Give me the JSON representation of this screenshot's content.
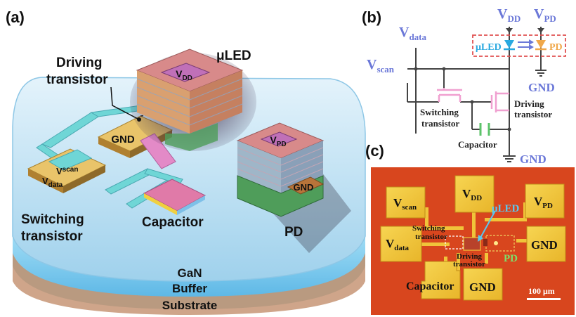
{
  "panel_a": {
    "label": "(a)",
    "driving_label_1": "Driving",
    "driving_label_2": "transistor",
    "uled_label": "μLED",
    "vdd_main": "V",
    "vdd_sub": "DD",
    "gnd_pad": "GND",
    "vscan_main": "V",
    "vscan_sub": "scan",
    "vdata_main": "V",
    "vdata_sub": "data",
    "switching_label_1": "Switching",
    "switching_label_2": "transistor",
    "capacitor_label": "Capacitor",
    "vpd_main": "V",
    "vpd_sub": "PD",
    "pd_gnd": "GND",
    "pd_label": "PD",
    "layer_gan": "GaN",
    "layer_buffer": "Buffer",
    "layer_substrate": "Substrate",
    "colors": {
      "gan": "#7cc7ea",
      "buffer": "#c9a98b",
      "substrate": "#d9b49a",
      "pd_green": "#4f9d5a",
      "cap_pink": "#e07aa8"
    }
  },
  "panel_b": {
    "label": "(b)",
    "vdd_main": "V",
    "vdd_sub": "DD",
    "vpd_main": "V",
    "vpd_sub": "PD",
    "vdata_main": "V",
    "vdata_sub": "data",
    "vscan_main": "V",
    "vscan_sub": "scan",
    "uled": "μLED",
    "pd": "PD",
    "gnd_top": "GND",
    "switching_1": "Switching",
    "switching_2": "transistor",
    "driving_1": "Driving",
    "driving_2": "transistor",
    "capacitor": "Capacitor",
    "gnd_bottom": "GND",
    "colors": {
      "label": "#6b78d8",
      "led": "#29a9e0",
      "pd": "#f0a84a",
      "switch": "#f0a0d0",
      "cap": "#5cc36a",
      "dashed_box": "#e05050"
    }
  },
  "panel_c": {
    "label": "(c)",
    "vscan_main": "V",
    "vscan_sub": "scan",
    "vdd_main": "V",
    "vdd_sub": "DD",
    "vpd_main": "V",
    "vpd_sub": "PD",
    "vdata_main": "V",
    "vdata_sub": "data",
    "gnd_right": "GND",
    "gnd_bottom": "GND",
    "uled": "μLED",
    "switching_1": "Switching",
    "switching_2": "transistor",
    "driving_1": "Driving",
    "driving_2": "transistor",
    "pd": "PD",
    "capacitor": "Capacitor",
    "scale": "100 μm",
    "colors": {
      "background": "#d8461e",
      "pad": "#f0c43a",
      "uled_label": "#5ac8f0",
      "pd_label": "#7ee06a"
    }
  }
}
